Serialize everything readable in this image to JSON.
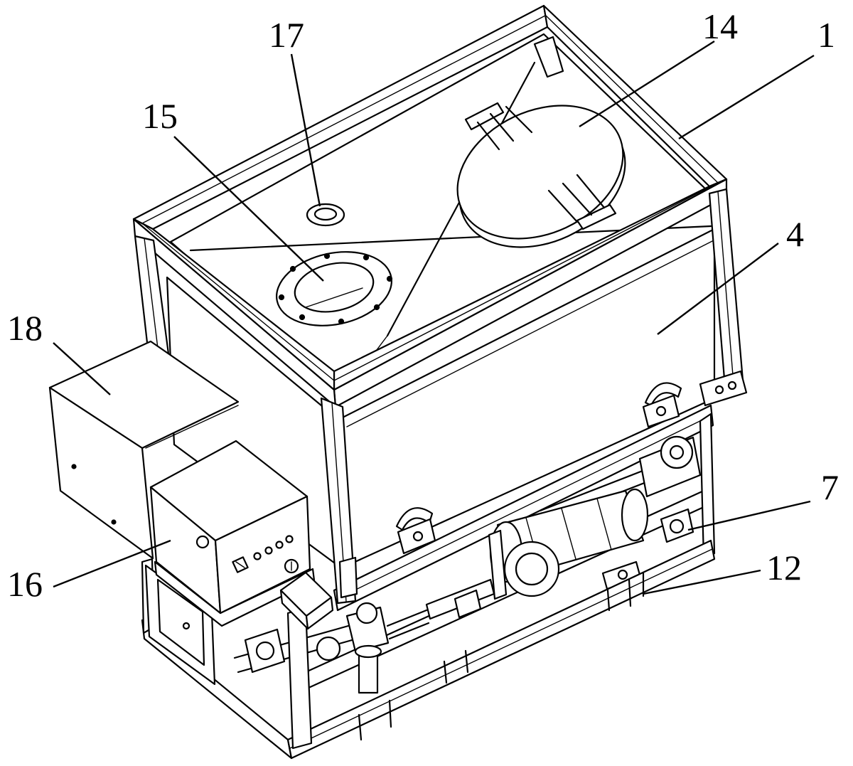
{
  "figure": {
    "line_color": "#000000",
    "background": "#ffffff"
  },
  "callouts": [
    {
      "label": "17"
    },
    {
      "label": "14"
    },
    {
      "label": "1"
    },
    {
      "label": "15"
    },
    {
      "label": "4"
    },
    {
      "label": "18"
    },
    {
      "label": "7"
    },
    {
      "label": "16"
    },
    {
      "label": "12"
    }
  ]
}
